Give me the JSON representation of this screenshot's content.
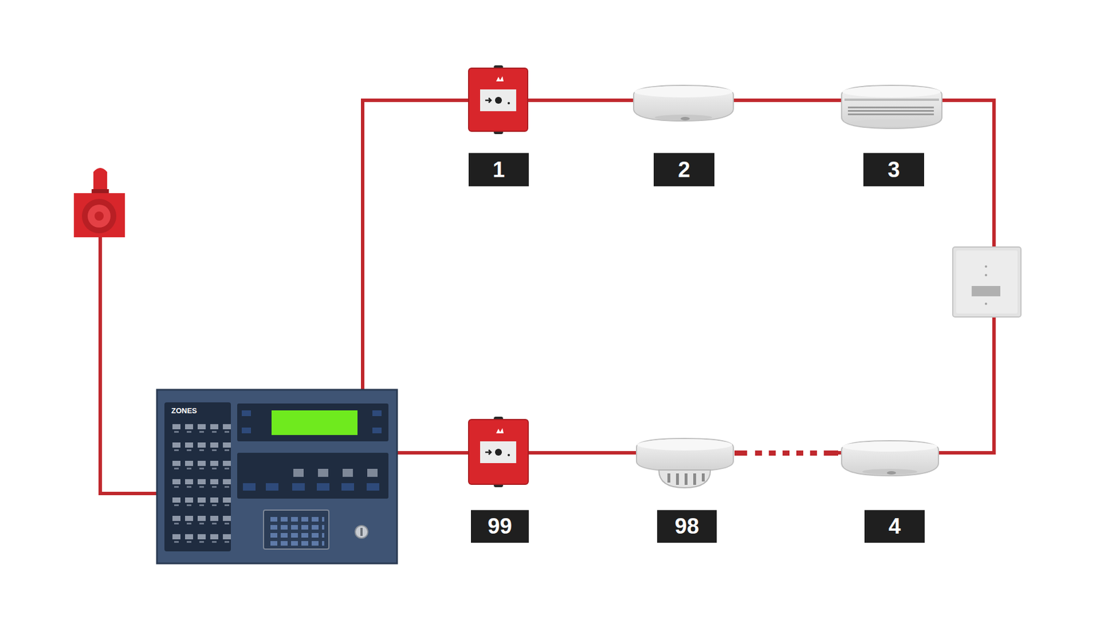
{
  "diagram": {
    "labels": [
      "ZONES",
      "1",
      "2",
      "3",
      "99",
      "98",
      "4"
    ]
  }
}
